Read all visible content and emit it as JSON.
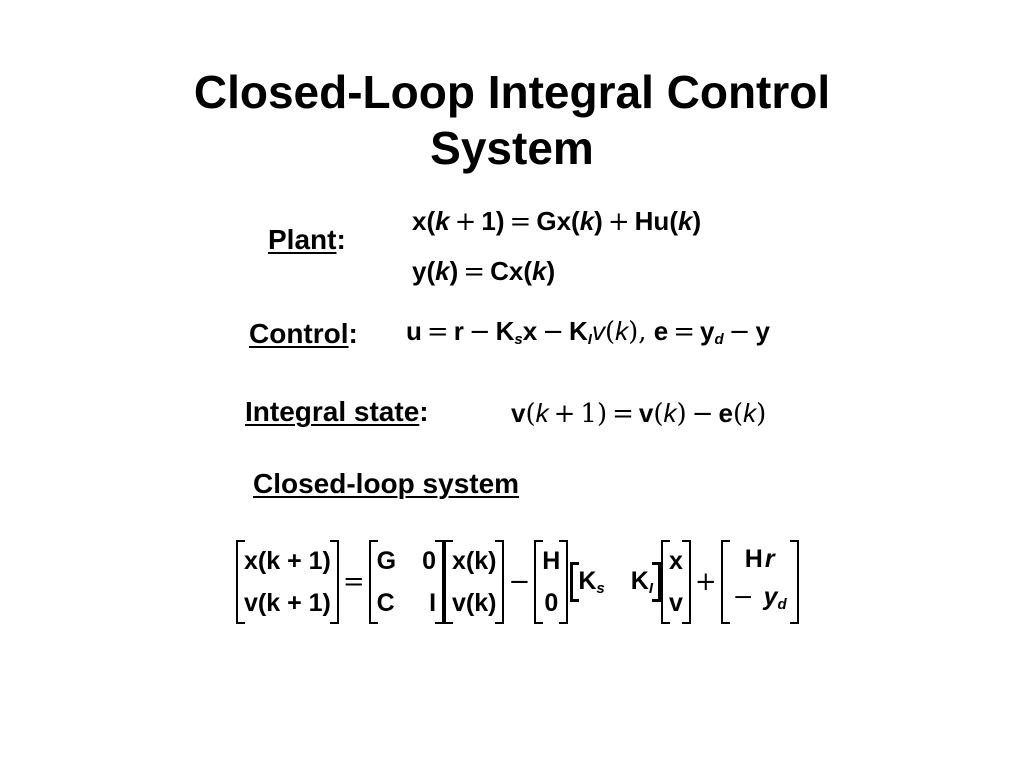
{
  "title": {
    "line1": "Closed-Loop Integral Control",
    "line2": "System"
  },
  "labels": {
    "plant": "Plant",
    "control": "Control",
    "integral_state": "Integral state",
    "closed_loop": "Closed-loop system",
    "colon": ":"
  },
  "plant": {
    "eq1": {
      "x": "x",
      "k": "k",
      "plus_one": "1",
      "G": "Gx",
      "H": "Hu"
    },
    "eq2": {
      "y": "y",
      "k": "k",
      "C": "Cx"
    }
  },
  "control": {
    "u": "u",
    "r": "r",
    "Ks": "K",
    "s": "s",
    "x": "x",
    "KI": "K",
    "I": "I",
    "v": "v",
    "k": "k",
    "e": "e",
    "y": "y",
    "d": "d"
  },
  "integral": {
    "v": "v",
    "k": "k",
    "one": "1",
    "e": "e"
  },
  "matrix": {
    "lhs": [
      "x(k + 1)",
      "v(k + 1)"
    ],
    "A": [
      [
        "G",
        "0"
      ],
      [
        "C",
        "I"
      ]
    ],
    "state": [
      "x(k)",
      "v(k)"
    ],
    "B": [
      "H",
      "0"
    ],
    "gain": {
      "Ks": "K",
      "s": "s",
      "KI": "K",
      "I": "I"
    },
    "vec": [
      "x",
      "v"
    ],
    "ref": {
      "top_H": "H",
      "top_r": "r",
      "bot_minus": "−",
      "bot_y": "y",
      "bot_d": "d"
    }
  }
}
